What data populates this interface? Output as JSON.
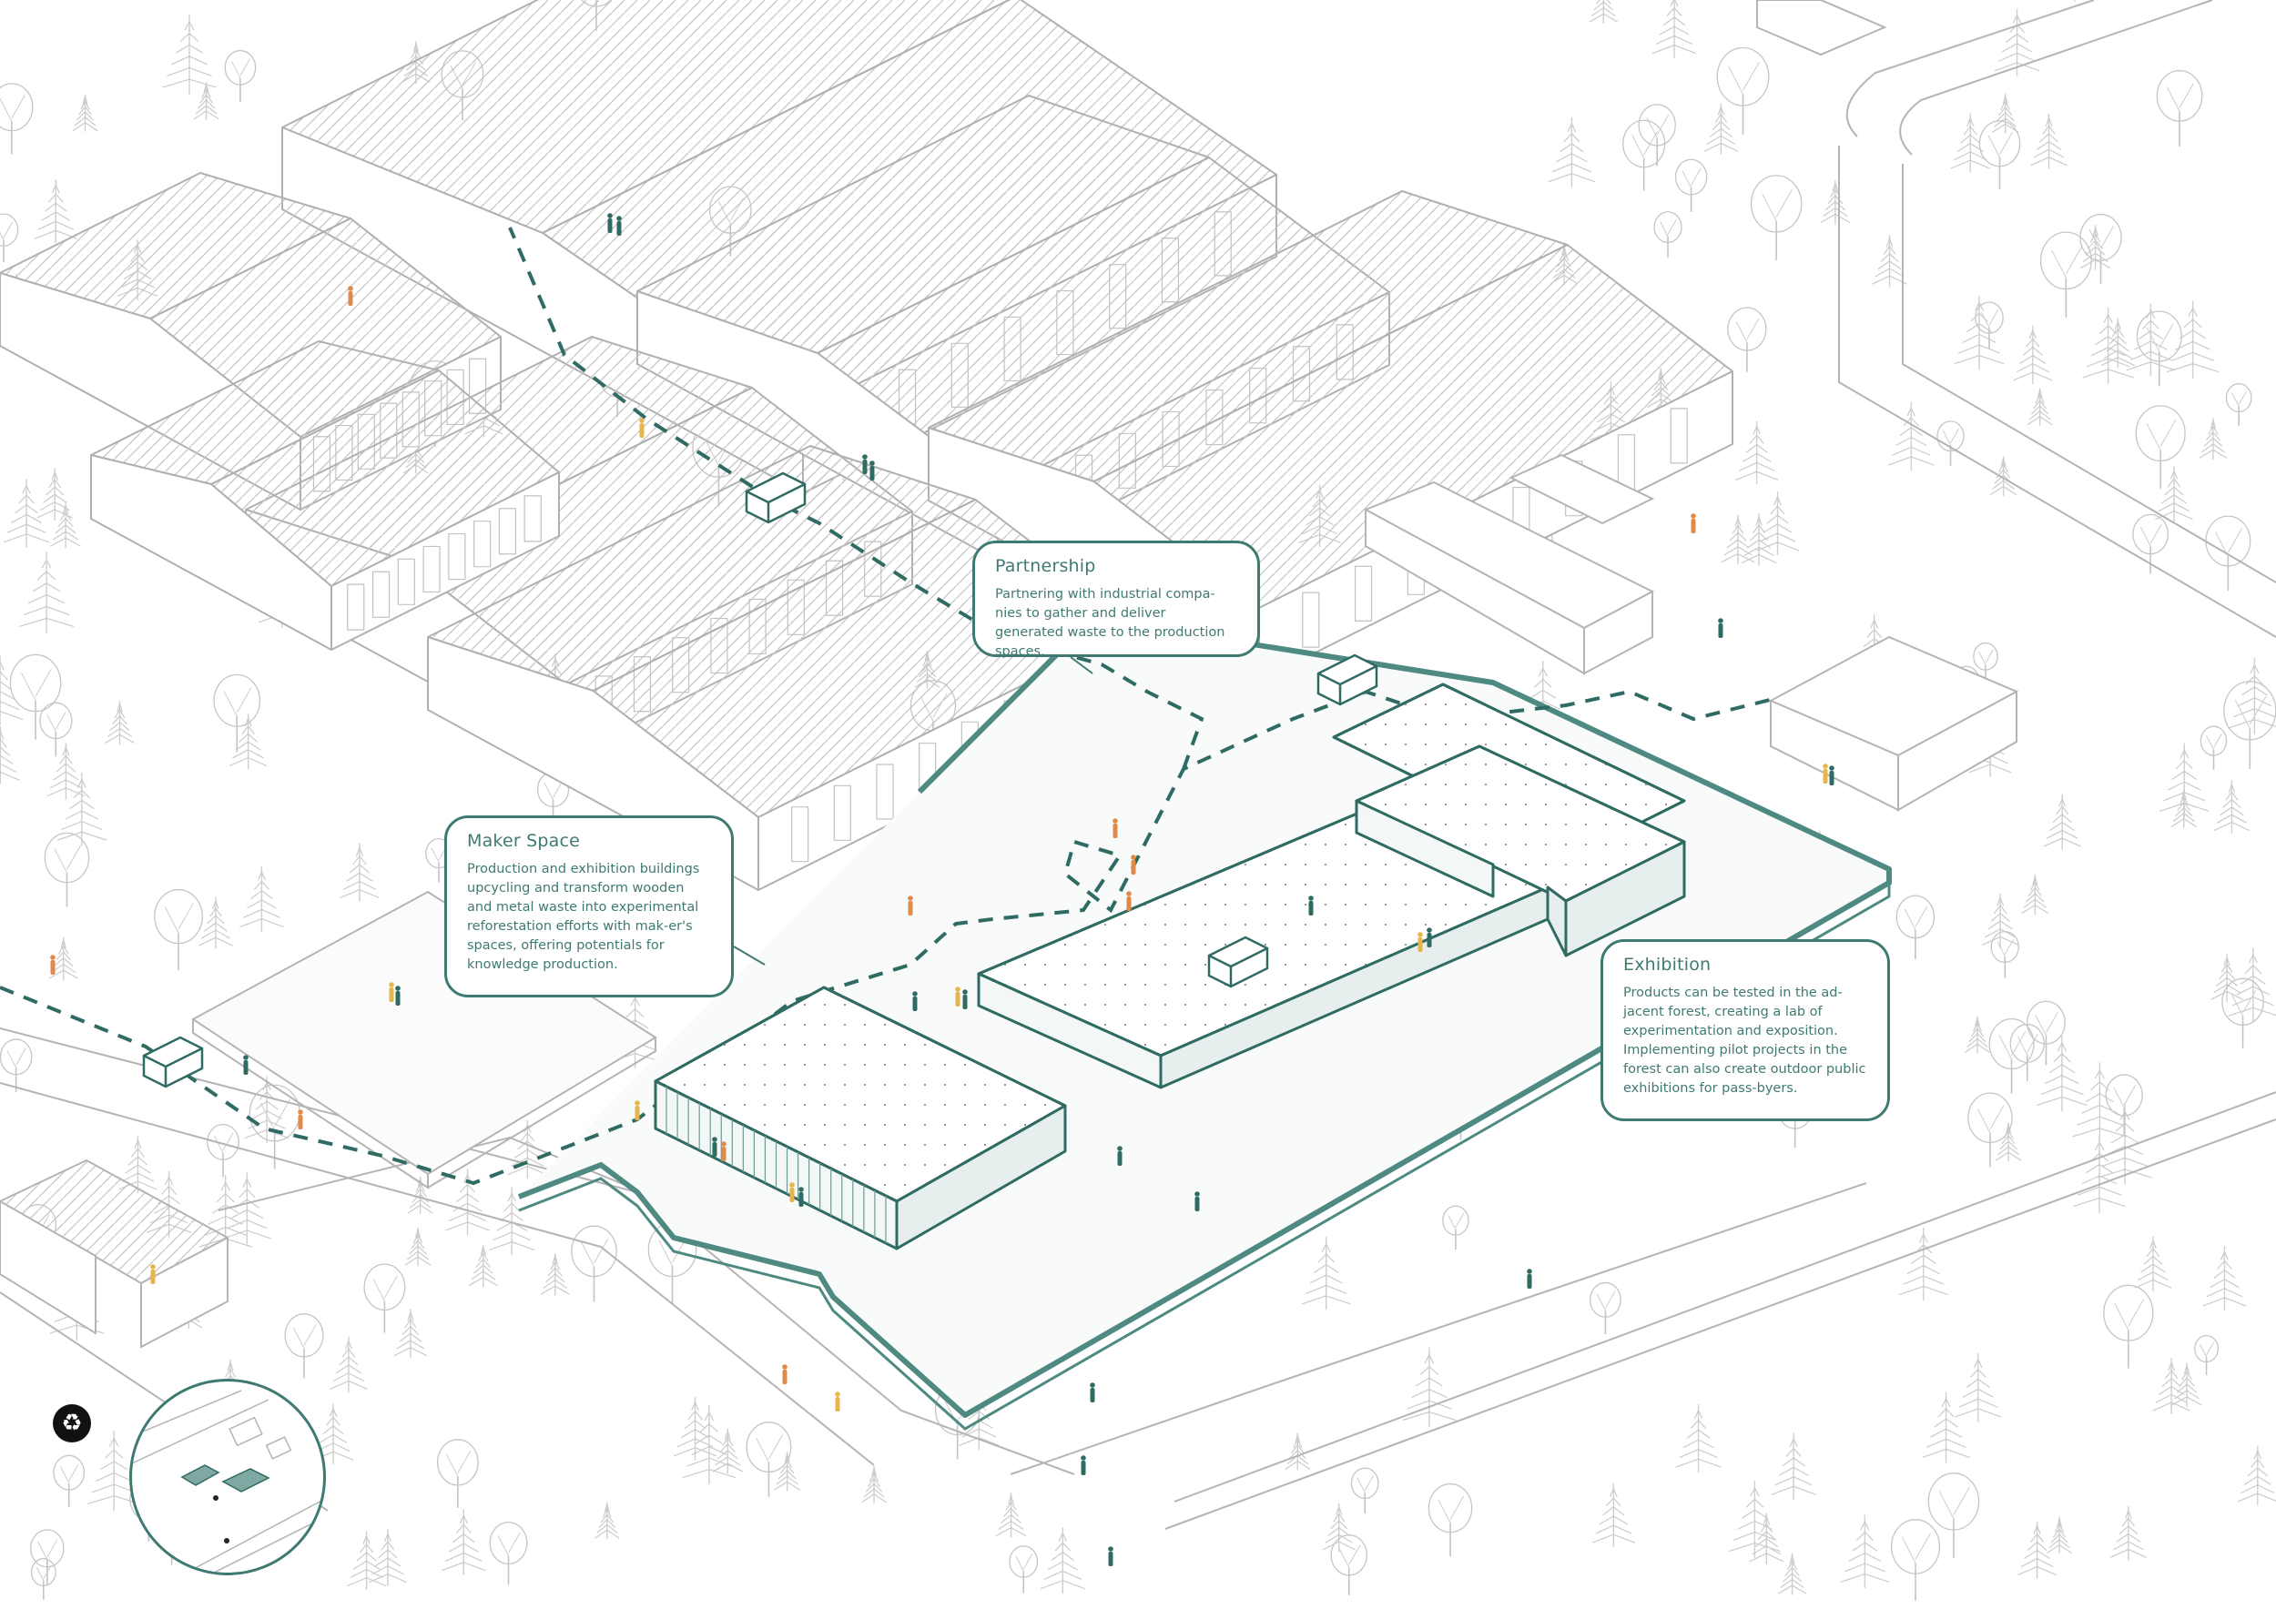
{
  "callouts": {
    "partnership": {
      "title": "Partnership",
      "body": "Partnering with industrial compa-nies to gather and deliver generated waste to the production spaces."
    },
    "maker_space": {
      "title": "Maker Space",
      "body": "Production and exhibition buildings upcycling and transform wooden and metal waste into experimental reforestation efforts with mak-er's spaces, offering potentials for knowledge production."
    },
    "exhibition": {
      "title": "Exhibition",
      "body": "Products can be tested in the ad-jacent forest, creating a lab of experimentation and exposition. Implementing pilot projects in the forest can also create outdoor public exhibitions for pass-byers."
    }
  },
  "icons": {
    "recycle": "recycle-icon",
    "keymap": "site-keymap"
  },
  "colors": {
    "accent": "#3f7a72",
    "line": "#b4b4b4",
    "tree": "#c6c6c6",
    "person_orange": "#e08a4a",
    "person_yellow": "#e6b64c",
    "person_teal": "#2f6b63"
  }
}
